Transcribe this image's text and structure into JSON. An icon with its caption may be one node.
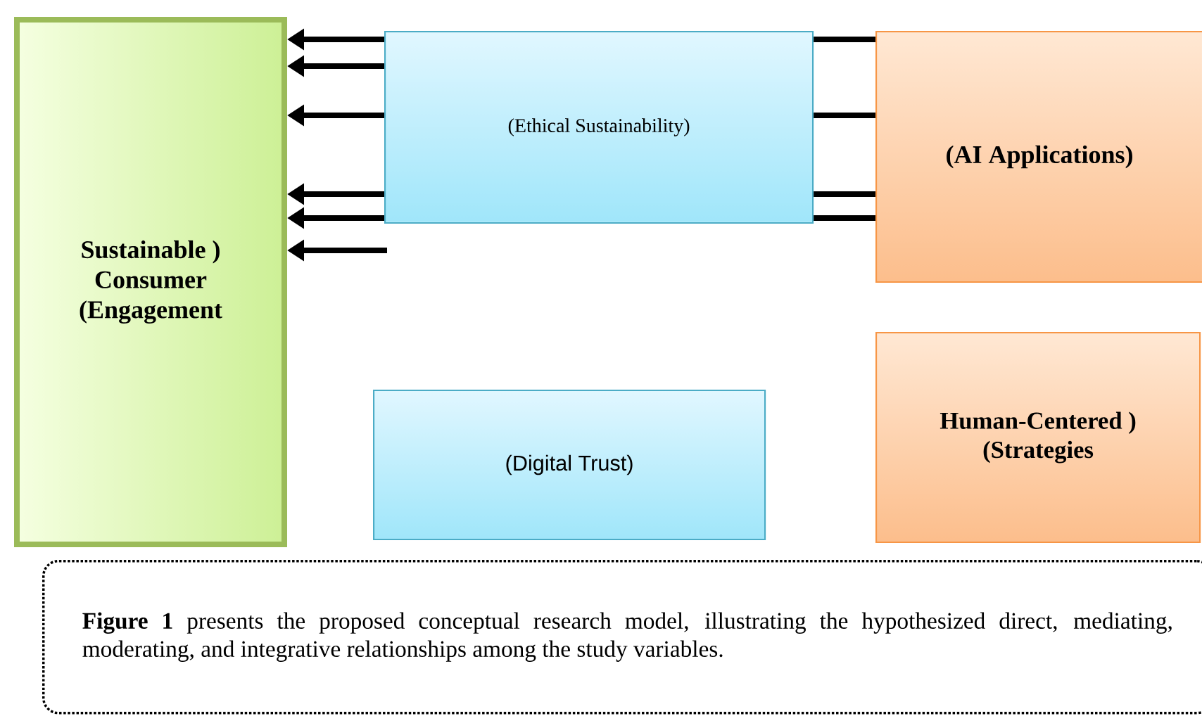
{
  "diagram": {
    "caption": "**Figure 1** presents the proposed conceptual research model, illustrating the hypothesized direct, mediating, moderating, and integrative relationships among the study variables.",
    "nodes": [
      {
        "text": [
          "Sustainable ) Consumer (Engagement"
        ]
      },
      {
        "text": [
          "(Ethical Sustainability)"
        ]
      },
      {
        "text": [
          "(AI Applications)"
        ]
      },
      {
        "text": [
          "(Digital Trust)"
        ]
      },
      {
        "text": [
          "Human-Centered ) (Strategies"
        ]
      }
    ],
    "edges": [
      {
        "from": 1,
        "to": 0,
        "arrow": "to"
      },
      {
        "from": 1,
        "to": 0,
        "arrow": "to"
      },
      {
        "from": 1,
        "to": 0,
        "arrow": "to"
      },
      {
        "from": 1,
        "to": 0,
        "arrow": "to"
      },
      {
        "from": 1,
        "to": 0,
        "arrow": "to"
      },
      {
        "from": null,
        "to": 0,
        "arrow": "to"
      },
      {
        "from": 2,
        "to": 1,
        "arrow": "none"
      },
      {
        "from": 2,
        "to": 1,
        "arrow": "none"
      },
      {
        "from": 2,
        "to": 1,
        "arrow": "none"
      },
      {
        "from": 2,
        "to": 1,
        "arrow": "none"
      }
    ]
  }
}
